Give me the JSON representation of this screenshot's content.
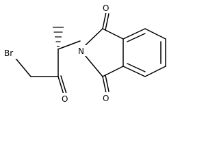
{
  "molecule": {
    "atoms": {
      "bromine": "Br",
      "nitrogen": "N",
      "oxygen_ketone": "O",
      "oxygen_imide_top": "O",
      "oxygen_imide_bottom": "O"
    },
    "colors": {
      "bond": "#000000",
      "text": "#000000",
      "background": "#ffffff"
    }
  }
}
